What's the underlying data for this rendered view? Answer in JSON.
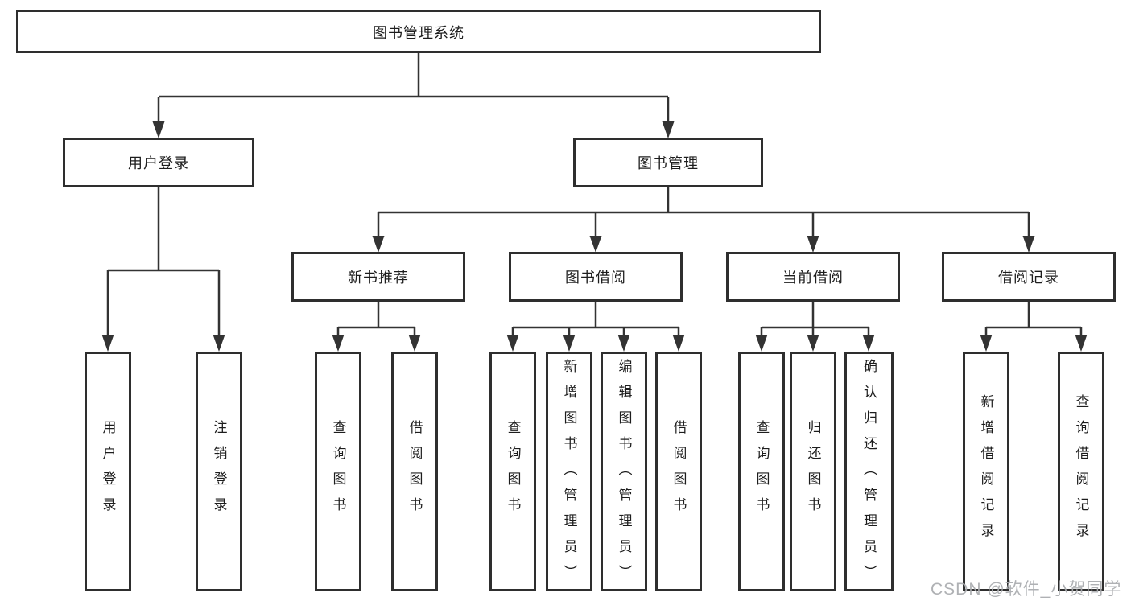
{
  "diagram": {
    "root": {
      "label": "图书管理系统"
    },
    "branches": [
      {
        "label": "用户登录",
        "children": [
          {
            "label": "用户登录"
          },
          {
            "label": "注销登录"
          }
        ]
      },
      {
        "label": "图书管理",
        "children": [
          {
            "label": "新书推荐",
            "children": [
              {
                "label": "查询图书"
              },
              {
                "label": "借阅图书"
              }
            ]
          },
          {
            "label": "图书借阅",
            "children": [
              {
                "label": "查询图书"
              },
              {
                "label": "新增图书（管理员）"
              },
              {
                "label": "编辑图书（管理员）"
              },
              {
                "label": "借阅图书"
              }
            ]
          },
          {
            "label": "当前借阅",
            "children": [
              {
                "label": "查询图书"
              },
              {
                "label": "归还图书"
              },
              {
                "label": "确认归还（管理员）"
              }
            ]
          },
          {
            "label": "借阅记录",
            "children": [
              {
                "label": "新增借阅记录"
              },
              {
                "label": "查询借阅记录"
              }
            ]
          }
        ]
      }
    ]
  },
  "watermark": "CSDN @软件_小贺同学",
  "colors": {
    "line": "#333333",
    "box_border": "#2e2e2e",
    "text": "#1d1d1d",
    "watermark": "#a9abae",
    "background": "#ffffff"
  }
}
